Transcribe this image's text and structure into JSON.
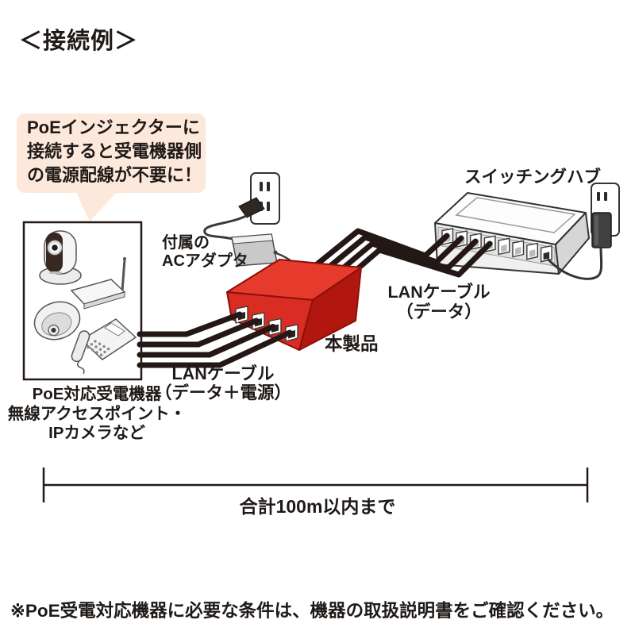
{
  "page": {
    "title": "＜接続例＞",
    "note": "※PoE受電対応機器に必要な条件は、機器の取扱説明書をご確認ください。"
  },
  "callout": {
    "lines": [
      "PoEインジェクターに",
      "接続すると受電機器側",
      "の電源配線が不要に！"
    ]
  },
  "labels": {
    "ac_adapter_line1": "付属の",
    "ac_adapter_line2": "ACアダプタ",
    "hub": "スイッチングハブ",
    "lan_right_line1": "LANケーブル",
    "lan_right_line2": "（データ）",
    "product": "本製品",
    "lan_left_line1": "LANケーブル",
    "lan_left_line2": "（データ＋電源）",
    "devices_line1": "PoE対応受電機器",
    "devices_line2": "無線アクセスポイント・",
    "devices_line3": "IPカメラなど",
    "total": "合計100m以内まで"
  },
  "colors": {
    "callout_bg": "#fce9dc",
    "text": "#1f1a17",
    "cable": "#231815",
    "product_top": "#e63b2c",
    "product_front": "#d92c22",
    "product_side": "#b2170f",
    "product_edge": "#8c100a",
    "hub_top": "#fdfdfd",
    "hub_front": "#f0f0f0",
    "hub_side": "#d6d6d6",
    "outline": "#333333"
  }
}
